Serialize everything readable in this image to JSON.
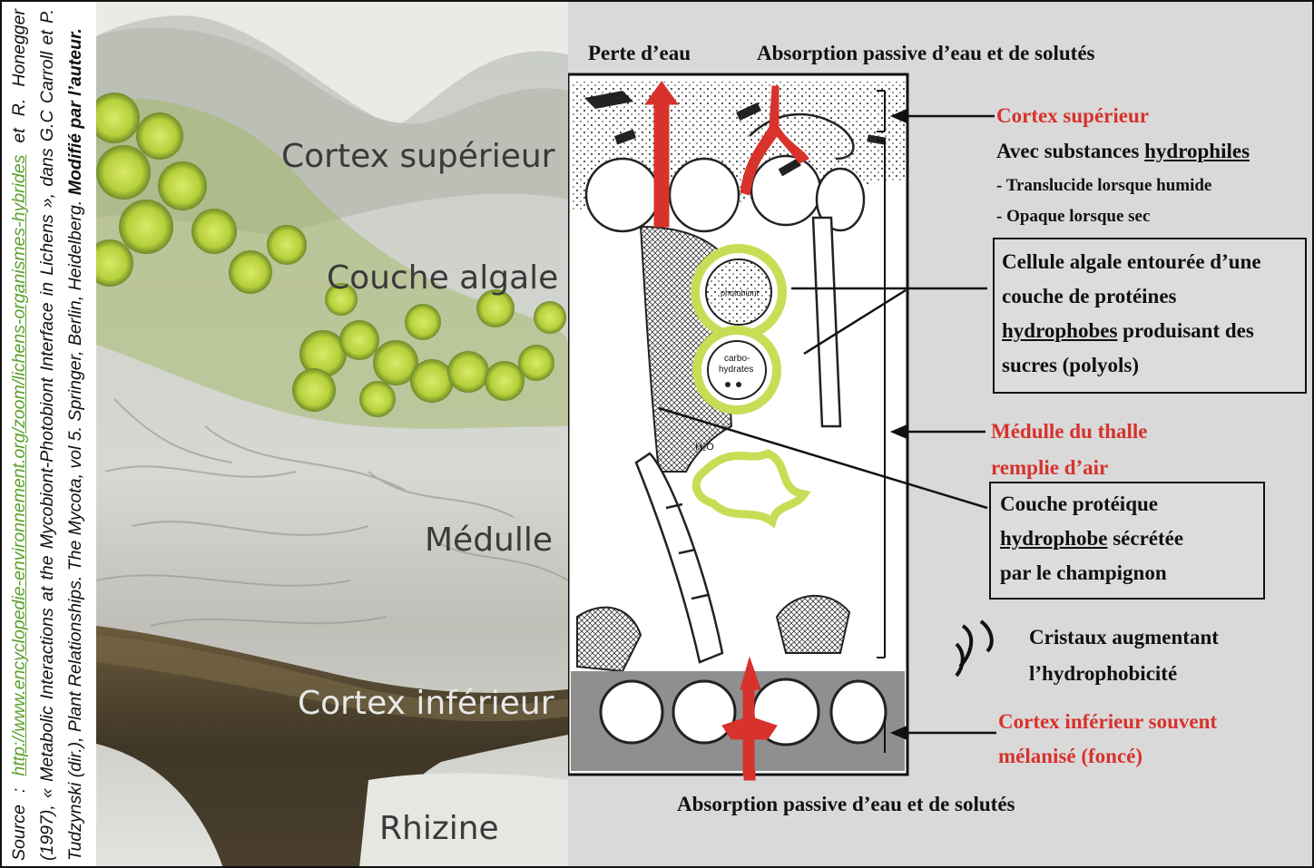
{
  "source": {
    "prefix": "Source : ",
    "url": "http://www.encyclopedie-environnement.org/zoom/lichens-organismes-hybrides",
    "line1_rest": " et R. Honegger (1997), « Metabolic Interactions at the Mycobiont-Photobiont Interface in Lichens », dans G.C Carroll et P. Tudzynski (dir.), Plant Relationships. The Mycota, vol 5. Springer, Berlin, Heidelberg. ",
    "bold": "Modifié par l’auteur."
  },
  "photo_labels": {
    "cortex_sup": "Cortex supérieur",
    "couche_algale": "Couche algale",
    "medulle": "Médulle",
    "cortex_inf": "Cortex inférieur",
    "rhizine": "Rhizine"
  },
  "diagram": {
    "top_left": "Perte d’eau",
    "top_right": "Absorption passive d’eau et de solutés",
    "bottom": "Absorption passive d’eau et de solutés",
    "inner_labels": {
      "photobiont": "photobiont",
      "carbo": "carbo-",
      "hydrates": "hydrates",
      "h2o": "H₂O"
    }
  },
  "annotations": {
    "cortex_sup_title": "Cortex supérieur",
    "cortex_sup_line1_a": "Avec substances ",
    "cortex_sup_line1_u": "hydrophiles",
    "cortex_sup_line2": "- Translucide lorsque humide",
    "cortex_sup_line3": "- Opaque lorsque sec",
    "algal_box_line1": "Cellule algale entourée d’une",
    "algal_box_line2": "couche de protéines",
    "algal_box_line3_u": "hydrophobes",
    "algal_box_line3_b": " produisant des",
    "algal_box_line4": "sucres (polyols)",
    "medulle_title1": "Médulle du thalle",
    "medulle_title2": "remplie d’air",
    "protein_box_line1": "Couche protéique",
    "protein_box_line2_u": "hydrophobe",
    "protein_box_line2_b": " sécrétée",
    "protein_box_line3": "par le champignon",
    "crystals_line1": "Cristaux augmentant",
    "crystals_line2": "l’hydrophobicité",
    "cortex_inf_line1": "Cortex inférieur souvent",
    "cortex_inf_line2": "mélanisé (foncé)"
  },
  "colors": {
    "red": "#d8322c",
    "algae_green": "#c8dd55",
    "panel_gray": "#d9d9d9",
    "link_green": "#5aa02c"
  }
}
